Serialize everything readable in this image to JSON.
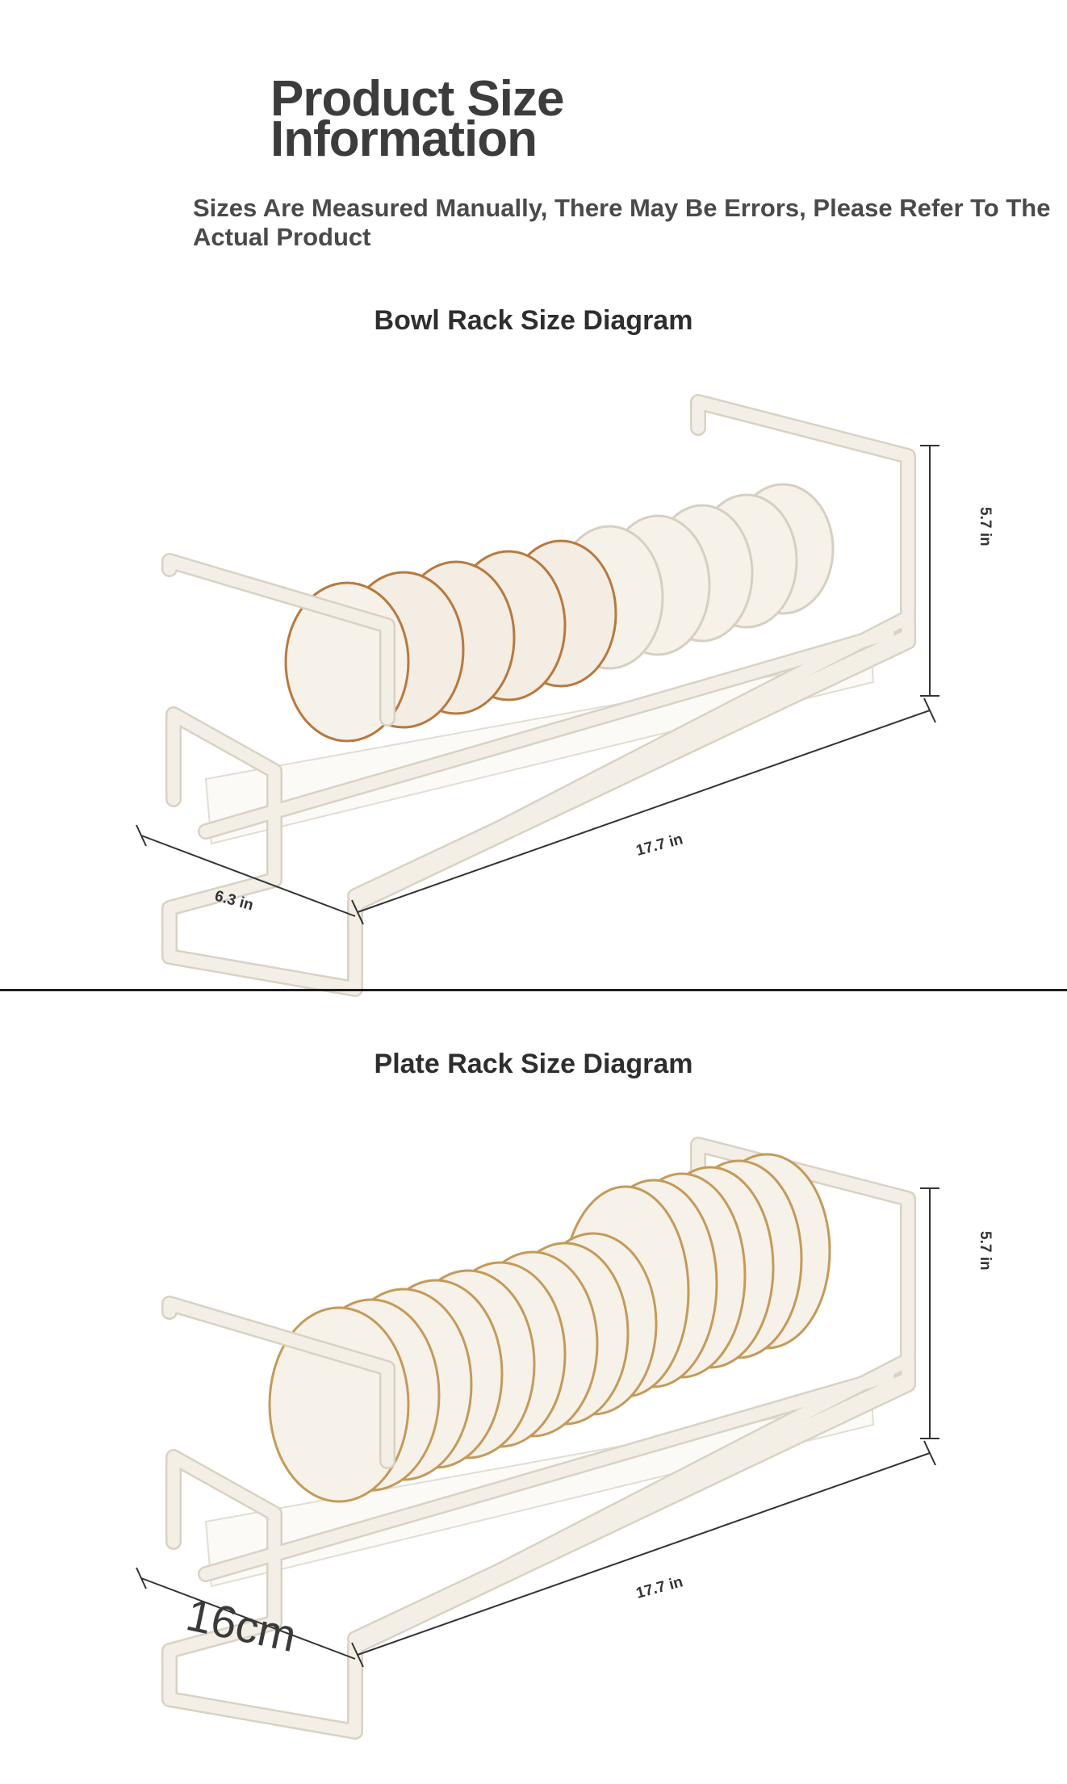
{
  "header": {
    "title": "Product Size\nInformation",
    "notice": "Sizes Are Measured Manually, There May Be Errors, Please Refer To The Actual Product"
  },
  "bowl_section": {
    "title": "Bowl Rack Size Diagram",
    "height_label": "5.7 in",
    "length_label": "17.7 in",
    "depth_label": "6.3 in"
  },
  "plate_section": {
    "title": "Plate Rack Size Diagram",
    "height_label": "5.7 in",
    "length_label": "17.7 in",
    "depth_label": "16cm"
  },
  "colors": {
    "rack": "#f4efe6",
    "rack_outline": "#d9d2c4",
    "rim": "#b8793e",
    "plate_rim": "#c49a5a",
    "dish": "#f7f2e9",
    "dimension_line": "#333333",
    "divider": "#1e1e1e"
  }
}
